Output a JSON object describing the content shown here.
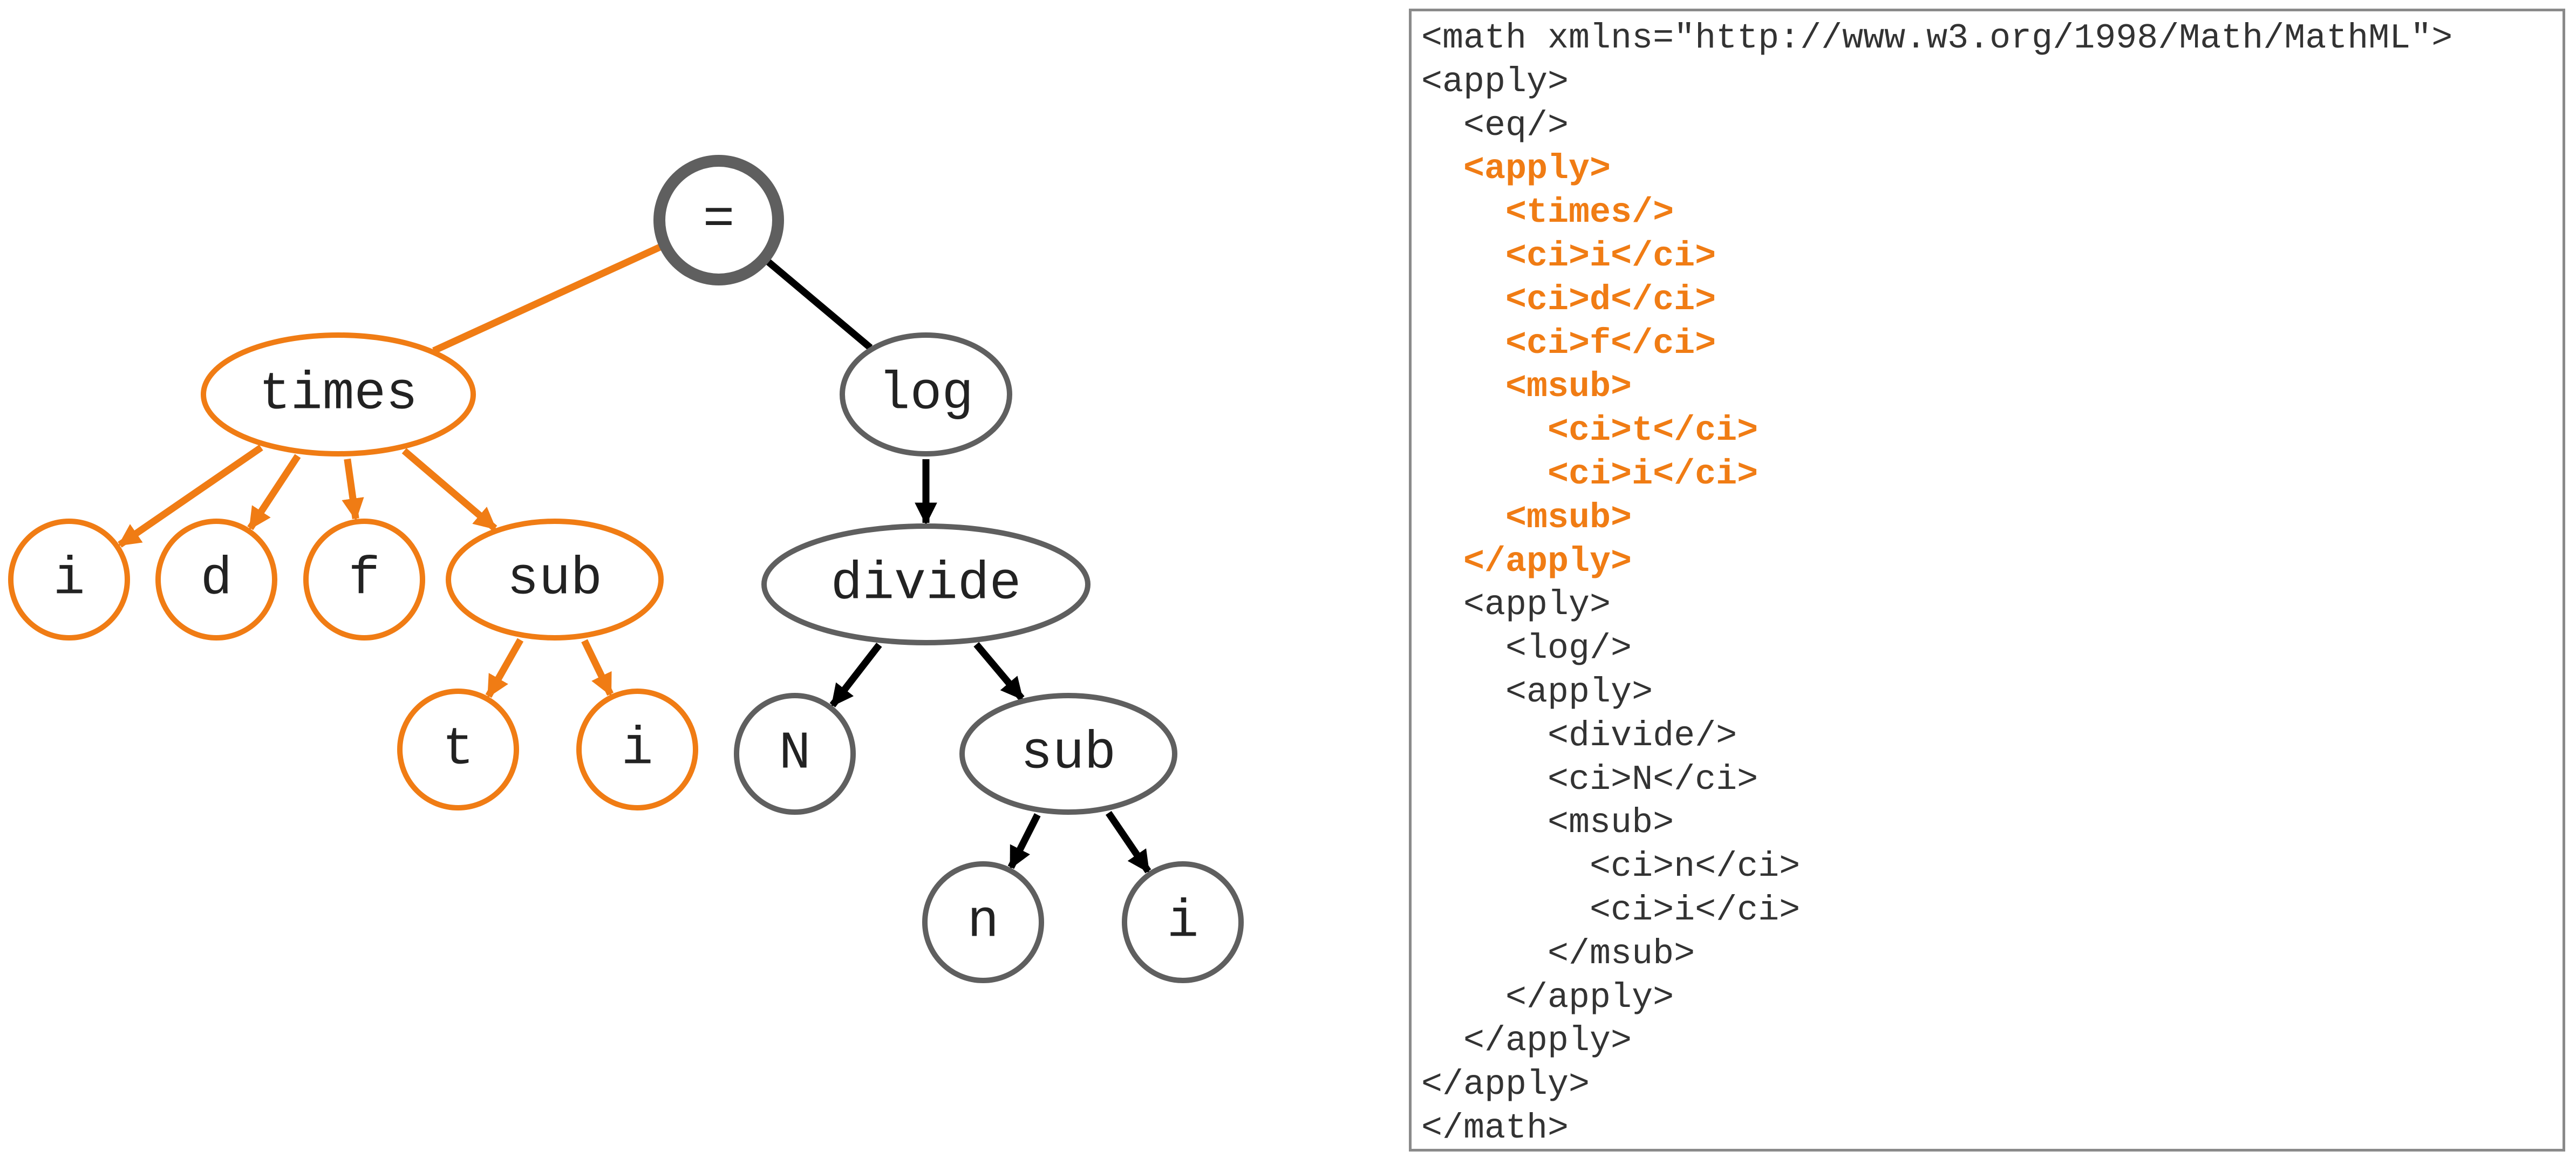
{
  "colors": {
    "highlight": "#f07c14",
    "neutral": "#5f5f5f",
    "edge_dark": "#000000",
    "code_text": "#333333",
    "box_border": "#8a8a8a"
  },
  "tree": {
    "nodes": [
      {
        "id": "eq",
        "label": "=",
        "group": "root"
      },
      {
        "id": "times",
        "label": "times",
        "group": "highlight"
      },
      {
        "id": "i1",
        "label": "i",
        "group": "highlight"
      },
      {
        "id": "d",
        "label": "d",
        "group": "highlight"
      },
      {
        "id": "f",
        "label": "f",
        "group": "highlight"
      },
      {
        "id": "sub1",
        "label": "sub",
        "group": "highlight"
      },
      {
        "id": "t",
        "label": "t",
        "group": "highlight"
      },
      {
        "id": "i2",
        "label": "i",
        "group": "highlight"
      },
      {
        "id": "log",
        "label": "log",
        "group": "neutral"
      },
      {
        "id": "divide",
        "label": "divide",
        "group": "neutral"
      },
      {
        "id": "N",
        "label": "N",
        "group": "neutral"
      },
      {
        "id": "sub2",
        "label": "sub",
        "group": "neutral"
      },
      {
        "id": "n",
        "label": "n",
        "group": "neutral"
      },
      {
        "id": "i3",
        "label": "i",
        "group": "neutral"
      }
    ],
    "edges": [
      {
        "from": "eq",
        "to": "times",
        "arrow": false,
        "group": "highlight"
      },
      {
        "from": "eq",
        "to": "log",
        "arrow": false,
        "group": "neutral"
      },
      {
        "from": "times",
        "to": "i1",
        "arrow": true,
        "group": "highlight"
      },
      {
        "from": "times",
        "to": "d",
        "arrow": true,
        "group": "highlight"
      },
      {
        "from": "times",
        "to": "f",
        "arrow": true,
        "group": "highlight"
      },
      {
        "from": "times",
        "to": "sub1",
        "arrow": true,
        "group": "highlight"
      },
      {
        "from": "sub1",
        "to": "t",
        "arrow": true,
        "group": "highlight"
      },
      {
        "from": "sub1",
        "to": "i2",
        "arrow": true,
        "group": "highlight"
      },
      {
        "from": "log",
        "to": "divide",
        "arrow": true,
        "group": "neutral"
      },
      {
        "from": "divide",
        "to": "N",
        "arrow": true,
        "group": "neutral"
      },
      {
        "from": "divide",
        "to": "sub2",
        "arrow": true,
        "group": "neutral"
      },
      {
        "from": "sub2",
        "to": "n",
        "arrow": true,
        "group": "neutral"
      },
      {
        "from": "sub2",
        "to": "i3",
        "arrow": true,
        "group": "neutral"
      }
    ]
  },
  "code": {
    "lines": [
      {
        "text": "<math xmlns=\"http://www.w3.org/1998/Math/MathML\">",
        "highlight": false
      },
      {
        "text": "<apply>",
        "highlight": false
      },
      {
        "text": "  <eq/>",
        "highlight": false
      },
      {
        "text": "  <apply>",
        "highlight": true
      },
      {
        "text": "    <times/>",
        "highlight": true
      },
      {
        "text": "    <ci>i</ci>",
        "highlight": true
      },
      {
        "text": "    <ci>d</ci>",
        "highlight": true
      },
      {
        "text": "    <ci>f</ci>",
        "highlight": true
      },
      {
        "text": "    <msub>",
        "highlight": true
      },
      {
        "text": "      <ci>t</ci>",
        "highlight": true
      },
      {
        "text": "      <ci>i</ci>",
        "highlight": true
      },
      {
        "text": "    <msub>",
        "highlight": true
      },
      {
        "text": "  </apply>",
        "highlight": true
      },
      {
        "text": "  <apply>",
        "highlight": false
      },
      {
        "text": "    <log/>",
        "highlight": false
      },
      {
        "text": "    <apply>",
        "highlight": false
      },
      {
        "text": "      <divide/>",
        "highlight": false
      },
      {
        "text": "      <ci>N</ci>",
        "highlight": false
      },
      {
        "text": "      <msub>",
        "highlight": false
      },
      {
        "text": "        <ci>n</ci>",
        "highlight": false
      },
      {
        "text": "        <ci>i</ci>",
        "highlight": false
      },
      {
        "text": "      </msub>",
        "highlight": false
      },
      {
        "text": "    </apply>",
        "highlight": false
      },
      {
        "text": "  </apply>",
        "highlight": false
      },
      {
        "text": "</apply>",
        "highlight": false
      },
      {
        "text": "</math>",
        "highlight": false
      }
    ]
  }
}
